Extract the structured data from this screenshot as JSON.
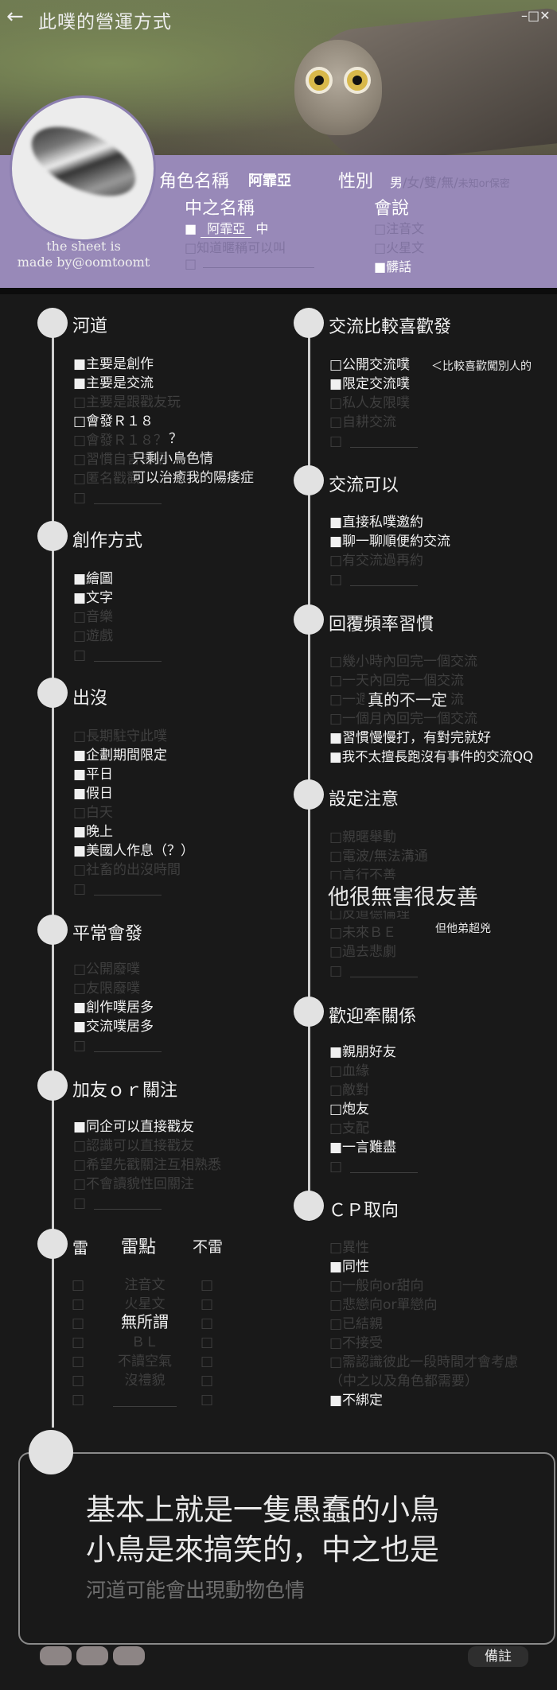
{
  "header": {
    "back_icon": "←",
    "title": "此噗的營運方式",
    "window_controls": "–□✕",
    "credit_line1": "the sheet is",
    "credit_line2": "made by@oomtoomt"
  },
  "profile": {
    "role_name_label": "角色名稱",
    "role_name_value": "阿霏亞",
    "gender_label": "性別",
    "gender_selected": "男",
    "gender_other": "/女/雙/無/",
    "gender_unknown": "未知or保密",
    "inner_name_label": "中之名稱",
    "inner_name_check": "■",
    "inner_name_value": "阿霏亞",
    "inner_name_suffix": "中",
    "inner_name_opt2": "□知道暱稱可以叫",
    "inner_name_opt3": "□",
    "speaks_label": "會說",
    "speaks_opt1": "□注音文",
    "speaks_opt2": "□火星文",
    "speaks_opt3": "■髒話"
  },
  "left": {
    "heyao": {
      "title": "河道",
      "items": [
        "■主要是創作",
        "■主要是交流",
        "□主要是跟戳友玩",
        "□會發Ｒ１８",
        "□會發Ｒ１８？",
        "□習慣自言自語",
        "□匿名戳戳",
        "□"
      ],
      "q": "？",
      "note1": "只剩小鳥色情",
      "note2": "可以治癒我的陽痿症"
    },
    "create": {
      "title": "創作方式",
      "items": [
        "■繪圖",
        "■文字",
        "□音樂",
        "□遊戲",
        "□"
      ]
    },
    "appear": {
      "title": "出沒",
      "items": [
        "□長期駐守此噗",
        "■企劃期間限定",
        "■平日",
        "■假日",
        "□白天",
        "■晚上",
        "■美國人作息（？）",
        "□社畜的出沒時間",
        "□"
      ]
    },
    "post": {
      "title": "平常會發",
      "items": [
        "□公開廢噗",
        "□友限廢噗",
        "■創作噗居多",
        "■交流噗居多",
        "□"
      ]
    },
    "friend": {
      "title": "加友ｏｒ關注",
      "items": [
        "■同企可以直接戳友",
        "□認識可以直接戳友",
        "□希望先戳關注互相熟悉",
        "□不會讀貌性回關注",
        "□"
      ]
    },
    "thunder": {
      "title": "雷",
      "points_label": "雷點",
      "notlei_label": "不雷",
      "rows": [
        "注音文",
        "火星文",
        "無所謂",
        "ＢＬ",
        "不讀空氣",
        "沒禮貌"
      ],
      "highlight": "無所謂"
    }
  },
  "right": {
    "prefer": {
      "title": "交流比較喜歡發",
      "items": [
        "□公開交流噗",
        "■限定交流噗",
        "□私人友限噗",
        "□自耕交流",
        "□"
      ],
      "side_note": "＜比較喜歡闖別人的"
    },
    "can": {
      "title": "交流可以",
      "items": [
        "■直接私噗邀約",
        "■聊一聊順便約交流",
        "□有交流過再約",
        "□"
      ]
    },
    "reply": {
      "title": "回覆頻率習慣",
      "items": [
        "□幾小時內回完一個交流",
        "□一天內回完一個交流",
        "□一週內回完一個交流",
        "□一個月內回完一個交流",
        "■習慣慢慢打，有對完就好",
        "■我不太擅長跑沒有事件的交流QQ"
      ],
      "overlay": "真的不一定"
    },
    "notice": {
      "title": "設定注意",
      "items": [
        "□親暱舉動",
        "□電波/無法溝通",
        "□言行不善",
        "□反道德倫理",
        "□未來ＢＥ",
        "□過去悲劇",
        "□"
      ],
      "big_note": "他很無害很友善",
      "small_note": "但他弟超兇"
    },
    "relation": {
      "title": "歡迎牽關係",
      "items": [
        "■親朋好友",
        "□血緣",
        "□敵對",
        "□炮友",
        "□支配",
        "■一言難盡",
        "□"
      ]
    },
    "cp": {
      "title": "ＣＰ取向",
      "items": [
        "□異性",
        "■同性",
        "□一般向or甜向",
        "□悲戀向or單戀向",
        "□已結親",
        "□不接受",
        "□需認識彼此一段時間才會考慮",
        "（中之以及角色都需要）",
        "■不綁定"
      ]
    }
  },
  "bottom": {
    "line1": "基本上就是一隻愚蠢的小鳥",
    "line2": "小鳥是來搞笑的，中之也是",
    "line3": "河道可能會出現動物色情",
    "memo": "備註"
  },
  "colors": {
    "band": "#9889b8",
    "background": "#191919",
    "dot": "#e2e2e2"
  }
}
